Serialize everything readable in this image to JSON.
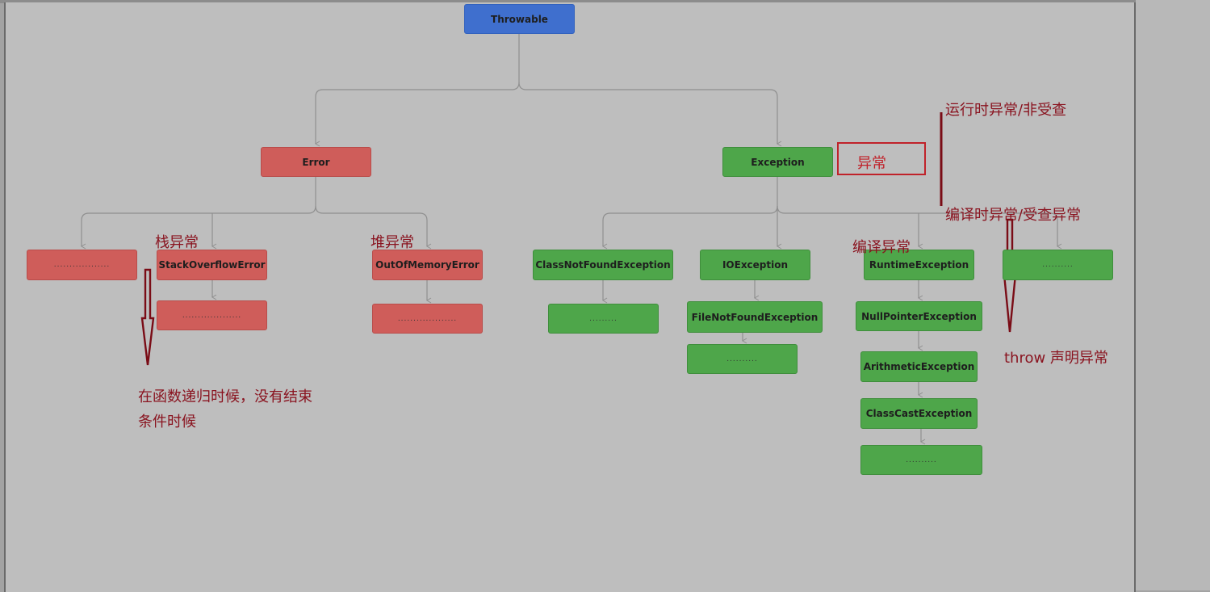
{
  "colors": {
    "root": "#3f6fce",
    "error": "#cf5d5a",
    "exception": "#4ea64a",
    "annotation": "#8a1420",
    "connector": "#8f8f8f"
  },
  "tree": {
    "throwable": "Throwable",
    "error": "Error",
    "exception": "Exception",
    "error_other": "..................",
    "stack_overflow": "StackOverflowError",
    "stack_overflow_child": "...................",
    "out_of_memory": "OutOfMemoryError",
    "out_of_memory_child": "...................",
    "class_not_found": "ClassNotFoundException",
    "class_not_found_child": ".........",
    "io_exception": "IOException",
    "file_not_found": "FileNotFoundException",
    "file_not_found_child": "..........",
    "runtime_exception": "RuntimeException",
    "null_pointer": "NullPointerException",
    "arithmetic": "ArithmeticException",
    "class_cast": "ClassCastException",
    "runtime_more": "..........",
    "exception_other": ".........."
  },
  "annotations": {
    "exception_label": "异常",
    "runtime_unchecked": "运行时异常/非受查",
    "compile_checked": "编译时异常/受查异常",
    "compile_exception": "编译异常",
    "throw_declare": "throw 声明异常",
    "stack_exception": "栈异常",
    "heap_exception": "堆异常",
    "recursion_note": "在函数递归时候，没有结束条件时候"
  }
}
